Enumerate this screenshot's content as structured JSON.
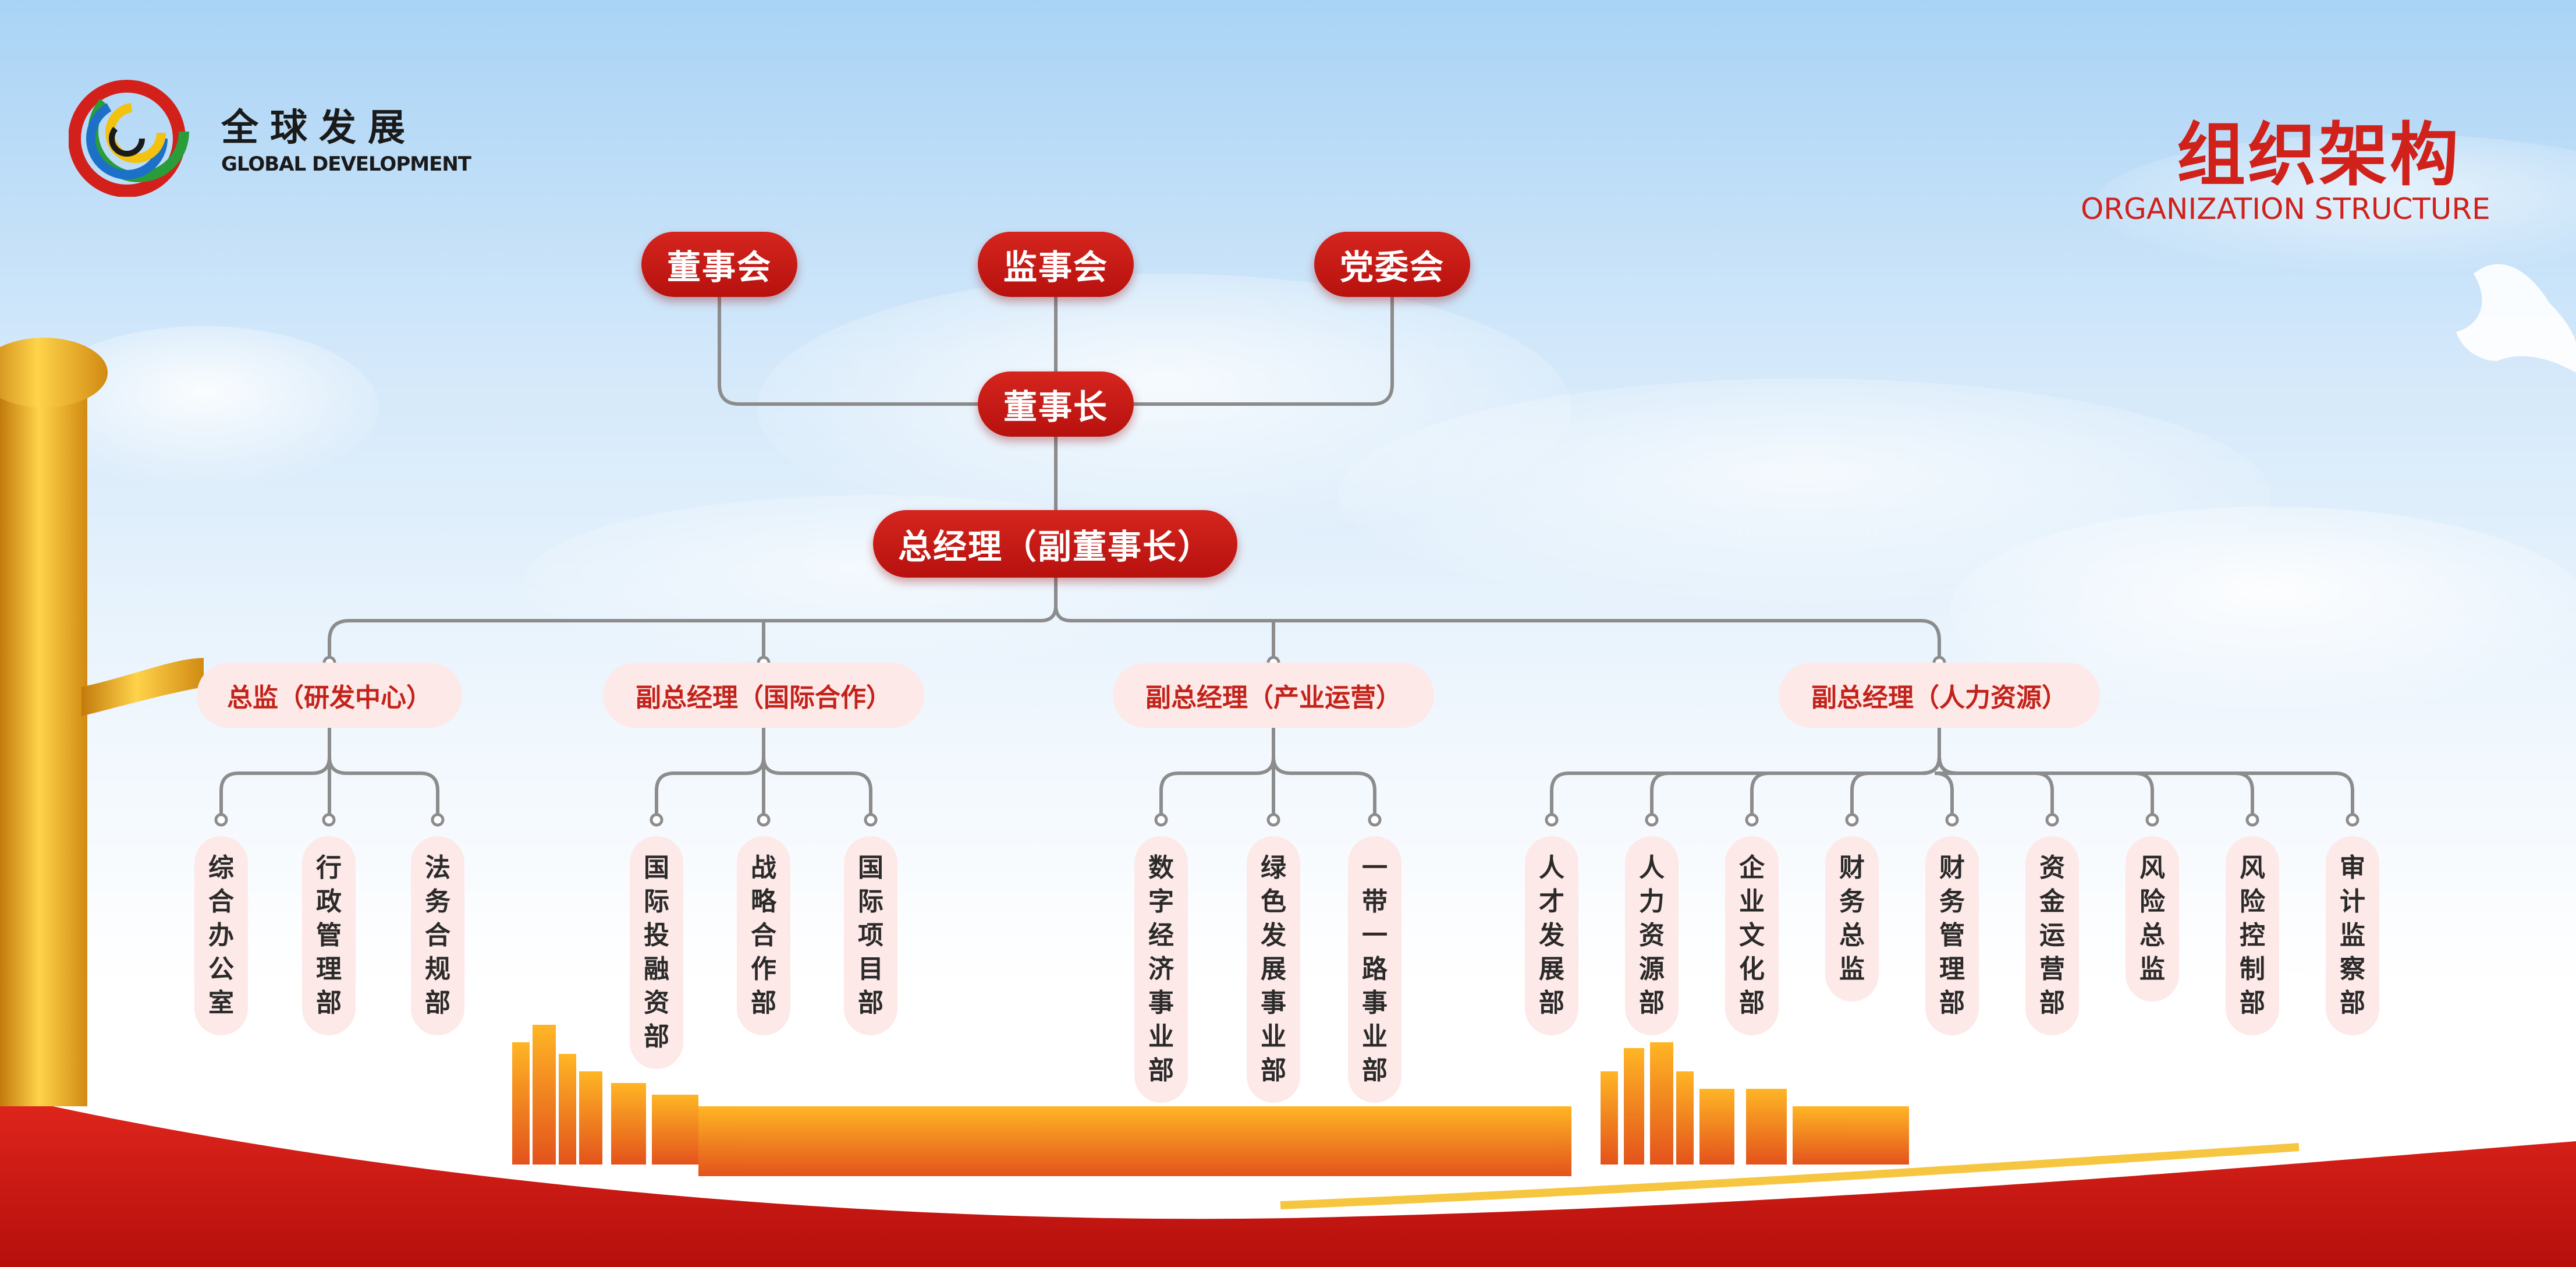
{
  "logo": {
    "name_cn": "全球发展",
    "name_en": "GLOBAL DEVELOPMENT",
    "icon": "ring-logo-icon"
  },
  "title": {
    "cn": "组织架构",
    "en": "ORGANIZATION STRUCTURE"
  },
  "colors": {
    "primary_red": "#c3221a",
    "pale_pink": "#fde9e7",
    "connector_gray": "#8c8c8c",
    "gold": "#f2b52a"
  },
  "top_boards": [
    "董事会",
    "监事会",
    "党委会"
  ],
  "chairman": "董事长",
  "general_manager": "总经理（副董事长）",
  "divisions": [
    {
      "label": "总监（研发中心）",
      "depts": [
        "综合办公室",
        "行政管理部",
        "法务合规部"
      ]
    },
    {
      "label": "副总经理（国际合作）",
      "depts": [
        "国际投融资部",
        "战略合作部",
        "国际项目部"
      ]
    },
    {
      "label": "副总经理（产业运营）",
      "depts": [
        "数字经济事业部",
        "绿色发展事业部",
        "一带一路事业部"
      ]
    },
    {
      "label": "副总经理（人力资源）",
      "depts": [
        "人才发展部",
        "人力资源部",
        "企业文化部",
        "财务总监",
        "财务管理部",
        "资金运营部",
        "风险总监",
        "风险控制部",
        "审计监察部"
      ]
    }
  ]
}
